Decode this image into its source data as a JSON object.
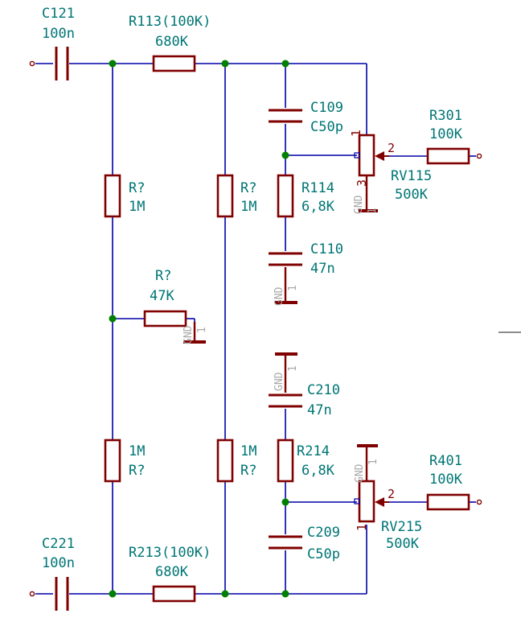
{
  "labels": {
    "c121_ref": "C121",
    "c121_val": "100n",
    "r113_ref": "R113(100K)",
    "r113_val": "680K",
    "c109_ref": "C109",
    "c109_val": "C50p",
    "r301_ref": "R301",
    "r301_val": "100K",
    "rv115_ref": "RV115",
    "rv115_val": "500K",
    "rv115_pin1": "1",
    "rv115_pin2": "2",
    "rv115_pin3": "3",
    "r_left_top_ref": "R?",
    "r_left_top_val": "1M",
    "r_mid_top_ref": "R?",
    "r_mid_top_val": "1M",
    "r114_ref": "R114",
    "r114_val": "6,8K",
    "c110_ref": "C110",
    "c110_val": "47n",
    "r_mid47_ref": "R?",
    "r_mid47_val": "47K",
    "c210_ref": "C210",
    "c210_val": "47n",
    "r_left_bot_val": "1M",
    "r_left_bot_ref": "R?",
    "r_mid_bot_val": "1M",
    "r_mid_bot_ref": "R?",
    "r214_ref": "R214",
    "r214_val": "6,8K",
    "r401_ref": "R401",
    "r401_val": "100K",
    "rv215_ref": "RV215",
    "rv215_val": "500K",
    "rv215_pin1": "1",
    "rv215_pin2": "2",
    "c209_ref": "C209",
    "c209_val": "C50p",
    "c221_ref": "C221",
    "c221_val": "100n",
    "r213_ref": "R213(100K)",
    "r213_val": "680K",
    "gnd_name": "GND",
    "gnd_pin": "1"
  },
  "colors": {
    "wire": "#0000a8",
    "component": "#800000",
    "label": "#007575",
    "junction": "#008000",
    "power_label": "#a8a8a8"
  }
}
